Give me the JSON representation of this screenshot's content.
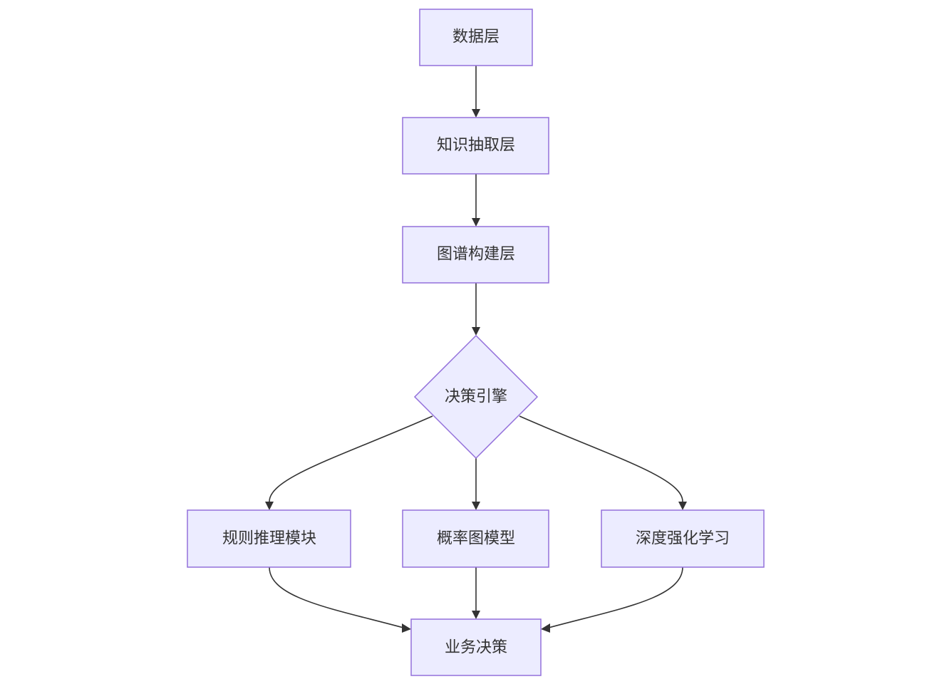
{
  "diagram": {
    "type": "flowchart",
    "direction": "top-down",
    "colors": {
      "node_fill": "#ECECFF",
      "node_stroke": "#9370DB",
      "edge": "#333333",
      "text": "#333333",
      "background": "#FFFFFF"
    },
    "nodes": {
      "data_layer": {
        "label": "数据层",
        "shape": "rectangle"
      },
      "knowledge_extraction": {
        "label": "知识抽取层",
        "shape": "rectangle"
      },
      "graph_construction": {
        "label": "图谱构建层",
        "shape": "rectangle"
      },
      "decision_engine": {
        "label": "决策引擎",
        "shape": "diamond"
      },
      "rule_reasoning": {
        "label": "规则推理模块",
        "shape": "rectangle"
      },
      "probabilistic_graphical_model": {
        "label": "概率图模型",
        "shape": "rectangle"
      },
      "deep_reinforcement_learning": {
        "label": "深度强化学习",
        "shape": "rectangle"
      },
      "business_decision": {
        "label": "业务决策",
        "shape": "rectangle"
      }
    },
    "edges": [
      {
        "from": "数据层",
        "to": "知识抽取层"
      },
      {
        "from": "知识抽取层",
        "to": "图谱构建层"
      },
      {
        "from": "图谱构建层",
        "to": "决策引擎"
      },
      {
        "from": "决策引擎",
        "to": "规则推理模块"
      },
      {
        "from": "决策引擎",
        "to": "概率图模型"
      },
      {
        "from": "决策引擎",
        "to": "深度强化学习"
      },
      {
        "from": "规则推理模块",
        "to": "业务决策"
      },
      {
        "from": "概率图模型",
        "to": "业务决策"
      },
      {
        "from": "深度强化学习",
        "to": "业务决策"
      }
    ]
  }
}
